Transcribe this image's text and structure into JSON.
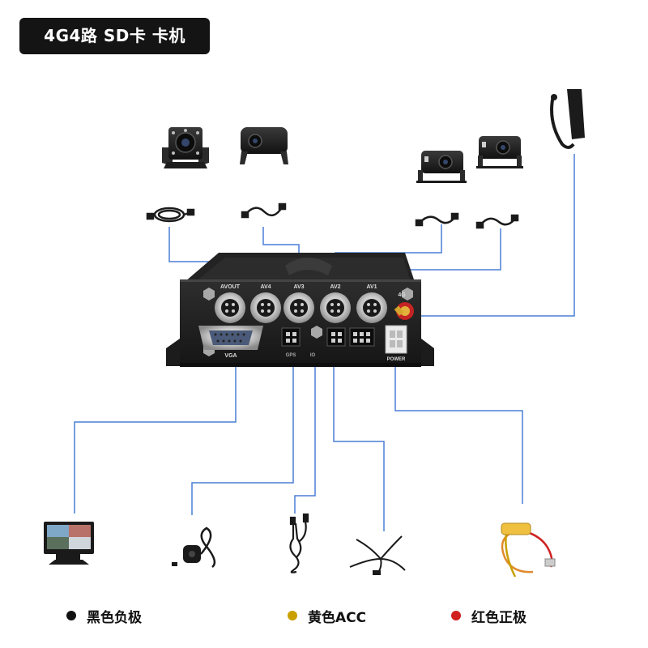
{
  "title": "4G4路 SD卡 卡机",
  "dvr": {
    "labels": {
      "avout": "AVOUT",
      "av4": "AV4",
      "av3": "AV3",
      "av2": "AV2",
      "av1": "AV1",
      "g4": "4G",
      "vga": "VGA",
      "gps": "GPS",
      "io": "IO",
      "power": "POWER"
    }
  },
  "legend": [
    {
      "label": "黑色负极",
      "color": "#111111"
    },
    {
      "label": "黄色ACC",
      "color": "#c9a000"
    },
    {
      "label": "红色正极",
      "color": "#d02020"
    }
  ],
  "colors": {
    "wire": "#4a7fd6",
    "device": "#1b1b1b"
  }
}
